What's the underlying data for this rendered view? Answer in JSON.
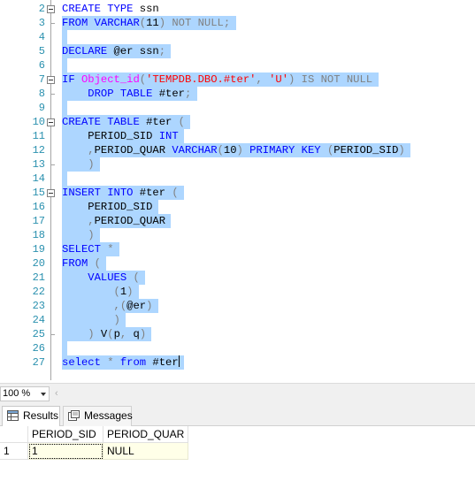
{
  "editor": {
    "lines": [
      {
        "n": "2",
        "tokens": [
          [
            "kw",
            "CREATE TYPE "
          ],
          [
            "",
            "ssn"
          ]
        ]
      },
      {
        "n": "3",
        "tokens": [
          [
            "kw",
            "FROM VARCHAR"
          ],
          [
            "gr",
            "("
          ],
          [
            "",
            "11"
          ],
          [
            "gr",
            ") NOT NULL;"
          ]
        ]
      },
      {
        "n": "4",
        "tokens": []
      },
      {
        "n": "5",
        "tokens": [
          [
            "kw",
            "DECLARE "
          ],
          [
            "",
            "@er ssn"
          ],
          [
            "gr",
            ";"
          ]
        ]
      },
      {
        "n": "6",
        "tokens": []
      },
      {
        "n": "7",
        "tokens": [
          [
            "kw",
            "IF "
          ],
          [
            "fn",
            "Object_id"
          ],
          [
            "gr",
            "("
          ],
          [
            "str",
            "'TEMPDB.DBO.#ter'"
          ],
          [
            "gr",
            ", "
          ],
          [
            "str",
            "'U'"
          ],
          [
            "gr",
            ") IS NOT NULL"
          ]
        ]
      },
      {
        "n": "8",
        "tokens": [
          [
            "",
            "    "
          ],
          [
            "kw",
            "DROP TABLE "
          ],
          [
            "",
            "#ter"
          ],
          [
            "gr",
            ";"
          ]
        ]
      },
      {
        "n": "9",
        "tokens": []
      },
      {
        "n": "10",
        "tokens": [
          [
            "kw",
            "CREATE TABLE "
          ],
          [
            "",
            "#ter "
          ],
          [
            "gr",
            "("
          ]
        ]
      },
      {
        "n": "11",
        "tokens": [
          [
            "",
            "    PERIOD_SID "
          ],
          [
            "kw",
            "INT"
          ]
        ]
      },
      {
        "n": "12",
        "tokens": [
          [
            "",
            "    "
          ],
          [
            "gr",
            ","
          ],
          [
            "",
            "PERIOD_QUAR "
          ],
          [
            "kw",
            "VARCHAR"
          ],
          [
            "gr",
            "("
          ],
          [
            "",
            "10"
          ],
          [
            "gr",
            ") "
          ],
          [
            "kw",
            "PRIMARY KEY "
          ],
          [
            "gr",
            "("
          ],
          [
            "",
            "PERIOD_SID"
          ],
          [
            "gr",
            ")"
          ]
        ]
      },
      {
        "n": "13",
        "tokens": [
          [
            "",
            "    "
          ],
          [
            "gr",
            ")"
          ]
        ]
      },
      {
        "n": "14",
        "tokens": []
      },
      {
        "n": "15",
        "tokens": [
          [
            "kw",
            "INSERT INTO "
          ],
          [
            "",
            "#ter "
          ],
          [
            "gr",
            "("
          ]
        ]
      },
      {
        "n": "16",
        "tokens": [
          [
            "",
            "    PERIOD_SID"
          ]
        ]
      },
      {
        "n": "17",
        "tokens": [
          [
            "",
            "    "
          ],
          [
            "gr",
            ","
          ],
          [
            "",
            "PERIOD_QUAR"
          ]
        ]
      },
      {
        "n": "18",
        "tokens": [
          [
            "",
            "    "
          ],
          [
            "gr",
            ")"
          ]
        ]
      },
      {
        "n": "19",
        "tokens": [
          [
            "kw",
            "SELECT "
          ],
          [
            "gr",
            "*"
          ]
        ]
      },
      {
        "n": "20",
        "tokens": [
          [
            "kw",
            "FROM "
          ],
          [
            "gr",
            "("
          ]
        ]
      },
      {
        "n": "21",
        "tokens": [
          [
            "",
            "    "
          ],
          [
            "kw",
            "VALUES "
          ],
          [
            "gr",
            "("
          ]
        ]
      },
      {
        "n": "22",
        "tokens": [
          [
            "",
            "        "
          ],
          [
            "gr",
            "("
          ],
          [
            "",
            "1"
          ],
          [
            "gr",
            ")"
          ]
        ]
      },
      {
        "n": "23",
        "tokens": [
          [
            "",
            "        "
          ],
          [
            "gr",
            ",("
          ],
          [
            "",
            "@er"
          ],
          [
            "gr",
            ")"
          ]
        ]
      },
      {
        "n": "24",
        "tokens": [
          [
            "",
            "        "
          ],
          [
            "gr",
            ")"
          ]
        ]
      },
      {
        "n": "25",
        "tokens": [
          [
            "",
            "    "
          ],
          [
            "gr",
            ") "
          ],
          [
            "",
            "V"
          ],
          [
            "gr",
            "("
          ],
          [
            "",
            "p"
          ],
          [
            "gr",
            ", "
          ],
          [
            "",
            "q"
          ],
          [
            "gr",
            ")"
          ]
        ]
      },
      {
        "n": "26",
        "tokens": []
      },
      {
        "n": "27",
        "tokens": [
          [
            "kw",
            "select "
          ],
          [
            "gr",
            "* "
          ],
          [
            "kw",
            "from "
          ],
          [
            "",
            "#ter"
          ]
        ]
      }
    ]
  },
  "zoom": {
    "value": "100 %"
  },
  "tabs": {
    "results": "Results",
    "messages": "Messages"
  },
  "grid": {
    "columns": [
      "PERIOD_SID",
      "PERIOD_QUAR"
    ],
    "rows": [
      {
        "num": "1",
        "cells": [
          "1",
          "NULL"
        ]
      }
    ]
  },
  "colors": {
    "keyword": "#0000ff",
    "gray": "#808080",
    "function": "#ff00ff",
    "string": "#ff0000",
    "selection": "#add6ff",
    "linenum": "#2b91af"
  }
}
